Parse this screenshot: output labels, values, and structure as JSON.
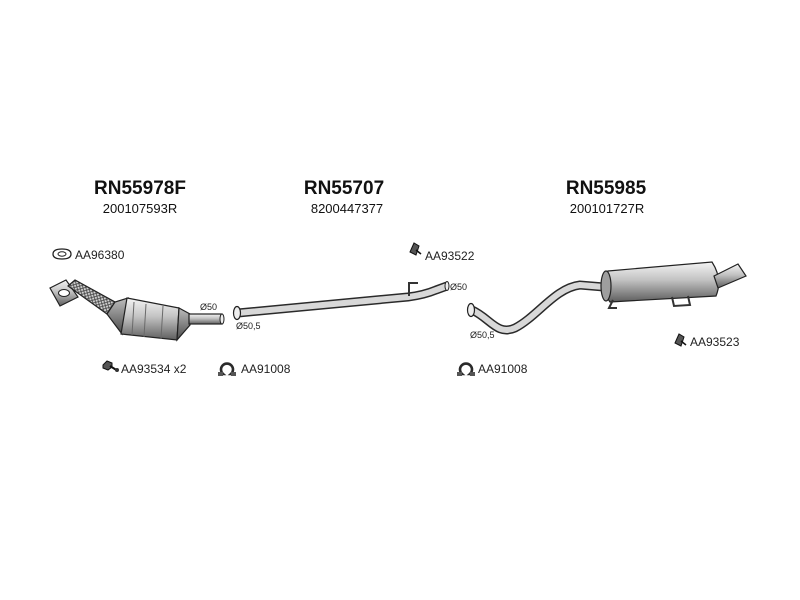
{
  "parts": [
    {
      "code": "RN55978F",
      "ref": "200107593R"
    },
    {
      "code": "RN55707",
      "ref": "8200447377"
    },
    {
      "code": "RN55985",
      "ref": "200101727R"
    }
  ],
  "accessories": {
    "gasket_front": "AA96380",
    "bolt_kit": "AA93534 x2",
    "clamp_front": "AA91008",
    "hanger_mid": "AA93522",
    "clamp_rear": "AA91008",
    "hanger_rear": "AA93523"
  },
  "diameters": {
    "cat_outlet": "Ø50",
    "mid_inlet": "Ø50,5",
    "mid_outlet": "Ø50",
    "rear_inlet": "Ø50,5"
  },
  "icons": {
    "gasket": "gasket-icon",
    "bolt": "bolt-icon",
    "clamp": "clamp-icon",
    "hanger": "hanger-icon"
  }
}
